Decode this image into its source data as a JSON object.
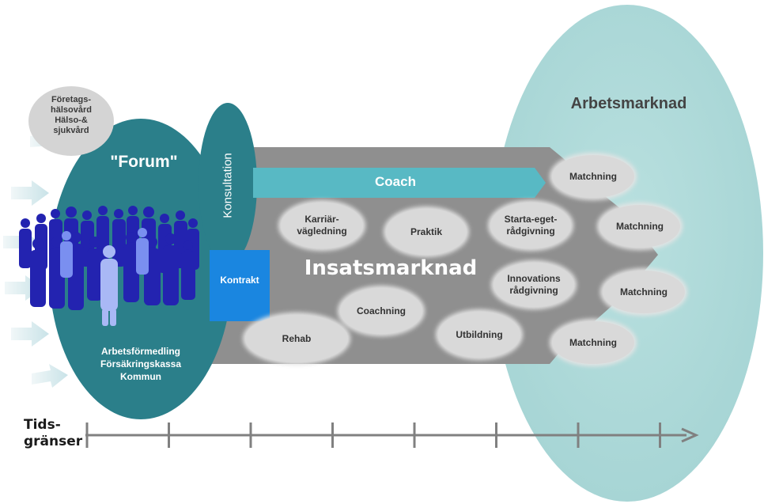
{
  "colors": {
    "teal_dark": "#2b7f8a",
    "teal_mid": "#3a95a0",
    "light_teal": "#b2dcdc",
    "coach_bar": "#58b9c4",
    "insats_band": "#8f8f8f",
    "oval_grey": "#d9d9d9",
    "kontrakt_blue": "#1a86e0",
    "people_blue": "#2323b0",
    "timeline": "#808080"
  },
  "forum": {
    "title": "\"Forum\"",
    "consult_label": "Konsultation",
    "contract_label": "Kontrakt",
    "members": [
      "Arbetsförmedling",
      "Försäkringskassa",
      "Kommun"
    ],
    "people_icon": "crowd-icon"
  },
  "healthcare_bubble": {
    "lines": [
      "Företags-",
      "hälsovård",
      "Hälso-&",
      "sjukvård"
    ]
  },
  "insats": {
    "title": "Insatsmarknad",
    "coach_label": "Coach",
    "interventions": [
      {
        "line1": "Karriär-",
        "line2": "vägledning"
      },
      {
        "line1": "Praktik",
        "line2": ""
      },
      {
        "line1": "Starta-eget-",
        "line2": "rådgivning"
      },
      {
        "line1": "Innovations",
        "line2": "rådgivning"
      },
      {
        "line1": "Coachning",
        "line2": ""
      },
      {
        "line1": "Utbildning",
        "line2": ""
      },
      {
        "line1": "Rehab",
        "line2": ""
      }
    ]
  },
  "arbetsmarknad": {
    "title": "Arbetsmarknad",
    "matching": [
      "Matchning",
      "Matchning",
      "Matchning",
      "Matchning"
    ]
  },
  "timeline": {
    "label_line1": "Tids-",
    "label_line2": "gränser",
    "tick_count": 8
  }
}
